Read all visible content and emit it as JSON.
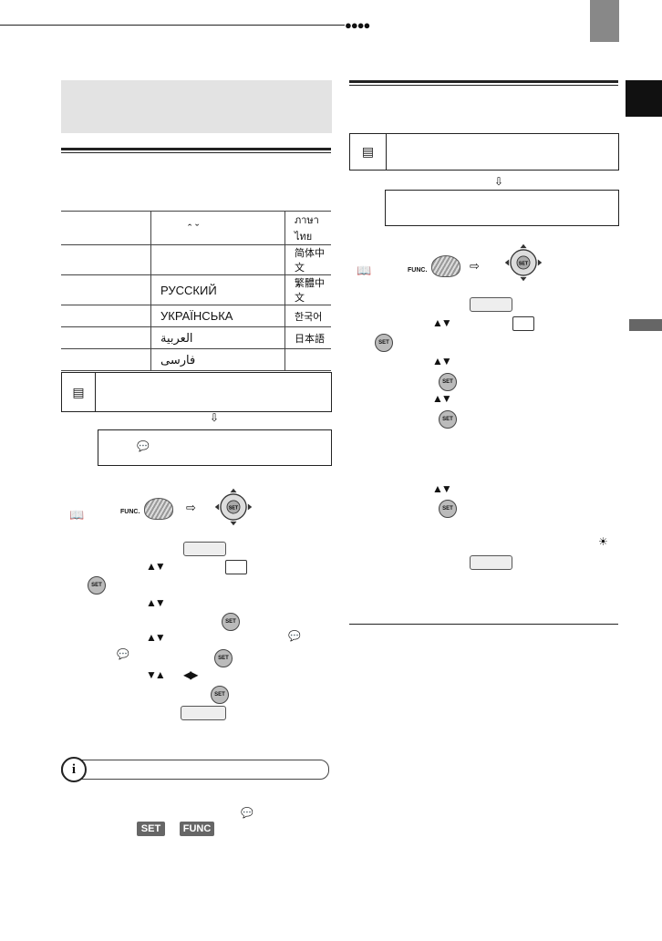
{
  "header": {
    "dots": "●●●●"
  },
  "language_table": {
    "rows": [
      {
        "c1": "",
        "c2": "ˆ ˇ",
        "c3": "ภาษาไทย"
      },
      {
        "c1": "",
        "c2": "",
        "c3": "简体中文"
      },
      {
        "c1": "",
        "c2": "РУССКИЙ",
        "c3": "繁體中文"
      },
      {
        "c1": "",
        "c2": "УКРАЇНСЬКА",
        "c3": "한국어"
      },
      {
        "c1": "",
        "c2": "العربية",
        "c3": "日本語"
      },
      {
        "c1": "",
        "c2": "فارسی",
        "c3": ""
      }
    ]
  },
  "left_flow": {
    "down_arrow": "⇩"
  },
  "right_flow": {
    "down_arrow": "⇩"
  },
  "icons": {
    "func_label": "FUNC.",
    "set_label": "SET",
    "updown": "▲▼",
    "downup": "▼▲",
    "leftright": "◀▶",
    "arrow_right": "⇨",
    "book": "📖",
    "subtitle": "💬",
    "sun": "☀",
    "camera": "▤",
    "info": "i"
  },
  "note_badges": {
    "set": "SET",
    "func": "FUNC"
  }
}
